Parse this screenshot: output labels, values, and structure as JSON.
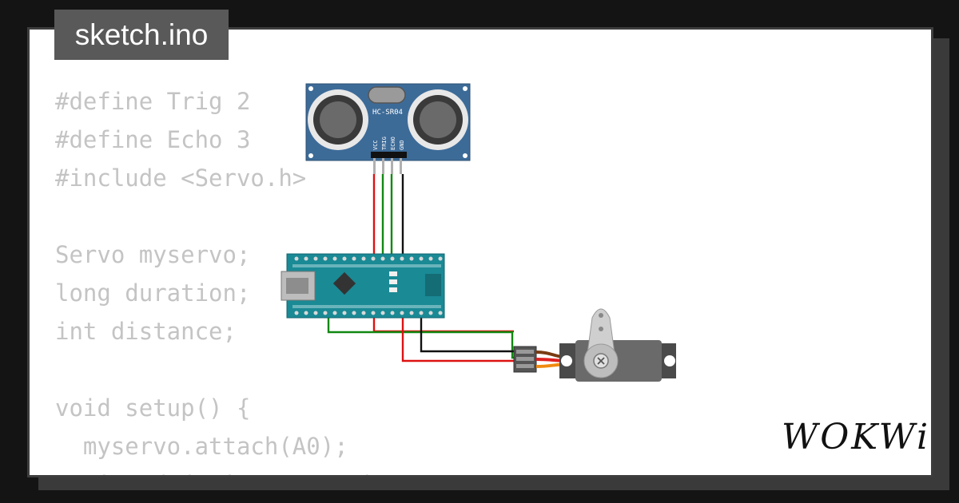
{
  "title": "sketch.ino",
  "brand": "WOKWi",
  "code_lines": [
    "#define Trig 2",
    "#define Echo 3",
    "#include <Servo.h>",
    "",
    "Servo myservo;",
    "long duration;",
    "int distance;",
    "",
    "void setup() {",
    "  myservo.attach(A0);",
    "  pinMode(Trig, OUTPUT);"
  ],
  "sensor": {
    "label": "HC-SR04",
    "pins": [
      "VCC",
      "TRIG",
      "ECHO",
      "GND"
    ]
  },
  "colors": {
    "background": "#141414",
    "card": "#ffffff",
    "code_text": "#c4c4c4",
    "title_tab": "#595959",
    "wire_red": "#dd1111",
    "wire_green": "#118811",
    "wire_black": "#111111",
    "sensor_board": "#3d6b98",
    "arduino_board": "#1a8a95",
    "servo_body": "#606060"
  },
  "icons": [
    "hc-sr04-sensor-icon",
    "arduino-nano-icon",
    "servo-motor-icon"
  ]
}
